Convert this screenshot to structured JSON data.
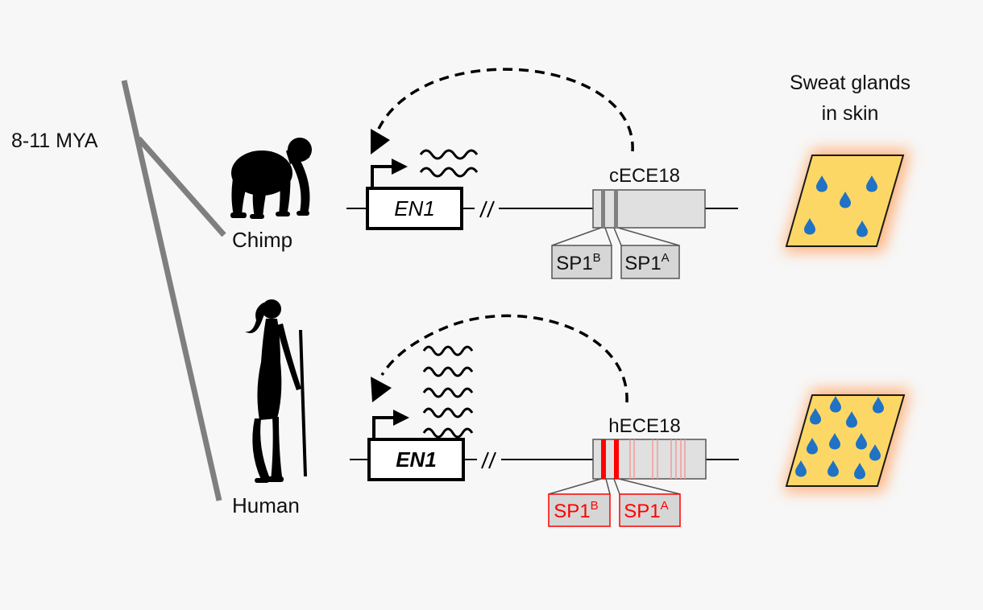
{
  "divergence": {
    "label": "8-11 MYA"
  },
  "species": {
    "chimp": {
      "label": "Chimp",
      "gene": "EN1",
      "enhancer": "cECE18",
      "site_b": {
        "name": "SP1",
        "sup": "B"
      },
      "site_a": {
        "name": "SP1",
        "sup": "A"
      }
    },
    "human": {
      "label": "Human",
      "gene": "EN1",
      "enhancer": "hECE18",
      "site_b": {
        "name": "SP1",
        "sup": "B"
      },
      "site_a": {
        "name": "SP1",
        "sup": "A"
      }
    }
  },
  "skin": {
    "line1": "Sweat glands",
    "line2": "in skin"
  },
  "colors": {
    "tree": "#7f7f7f",
    "enhancer_fill": "#e0e0e0",
    "chimp_site": "#808080",
    "human_site": "#ff0000",
    "human_site_faint": "#f29a9a",
    "skin_fill": "#fdd766",
    "skin_glow": "#ffb078",
    "drop": "#1f72c4"
  }
}
